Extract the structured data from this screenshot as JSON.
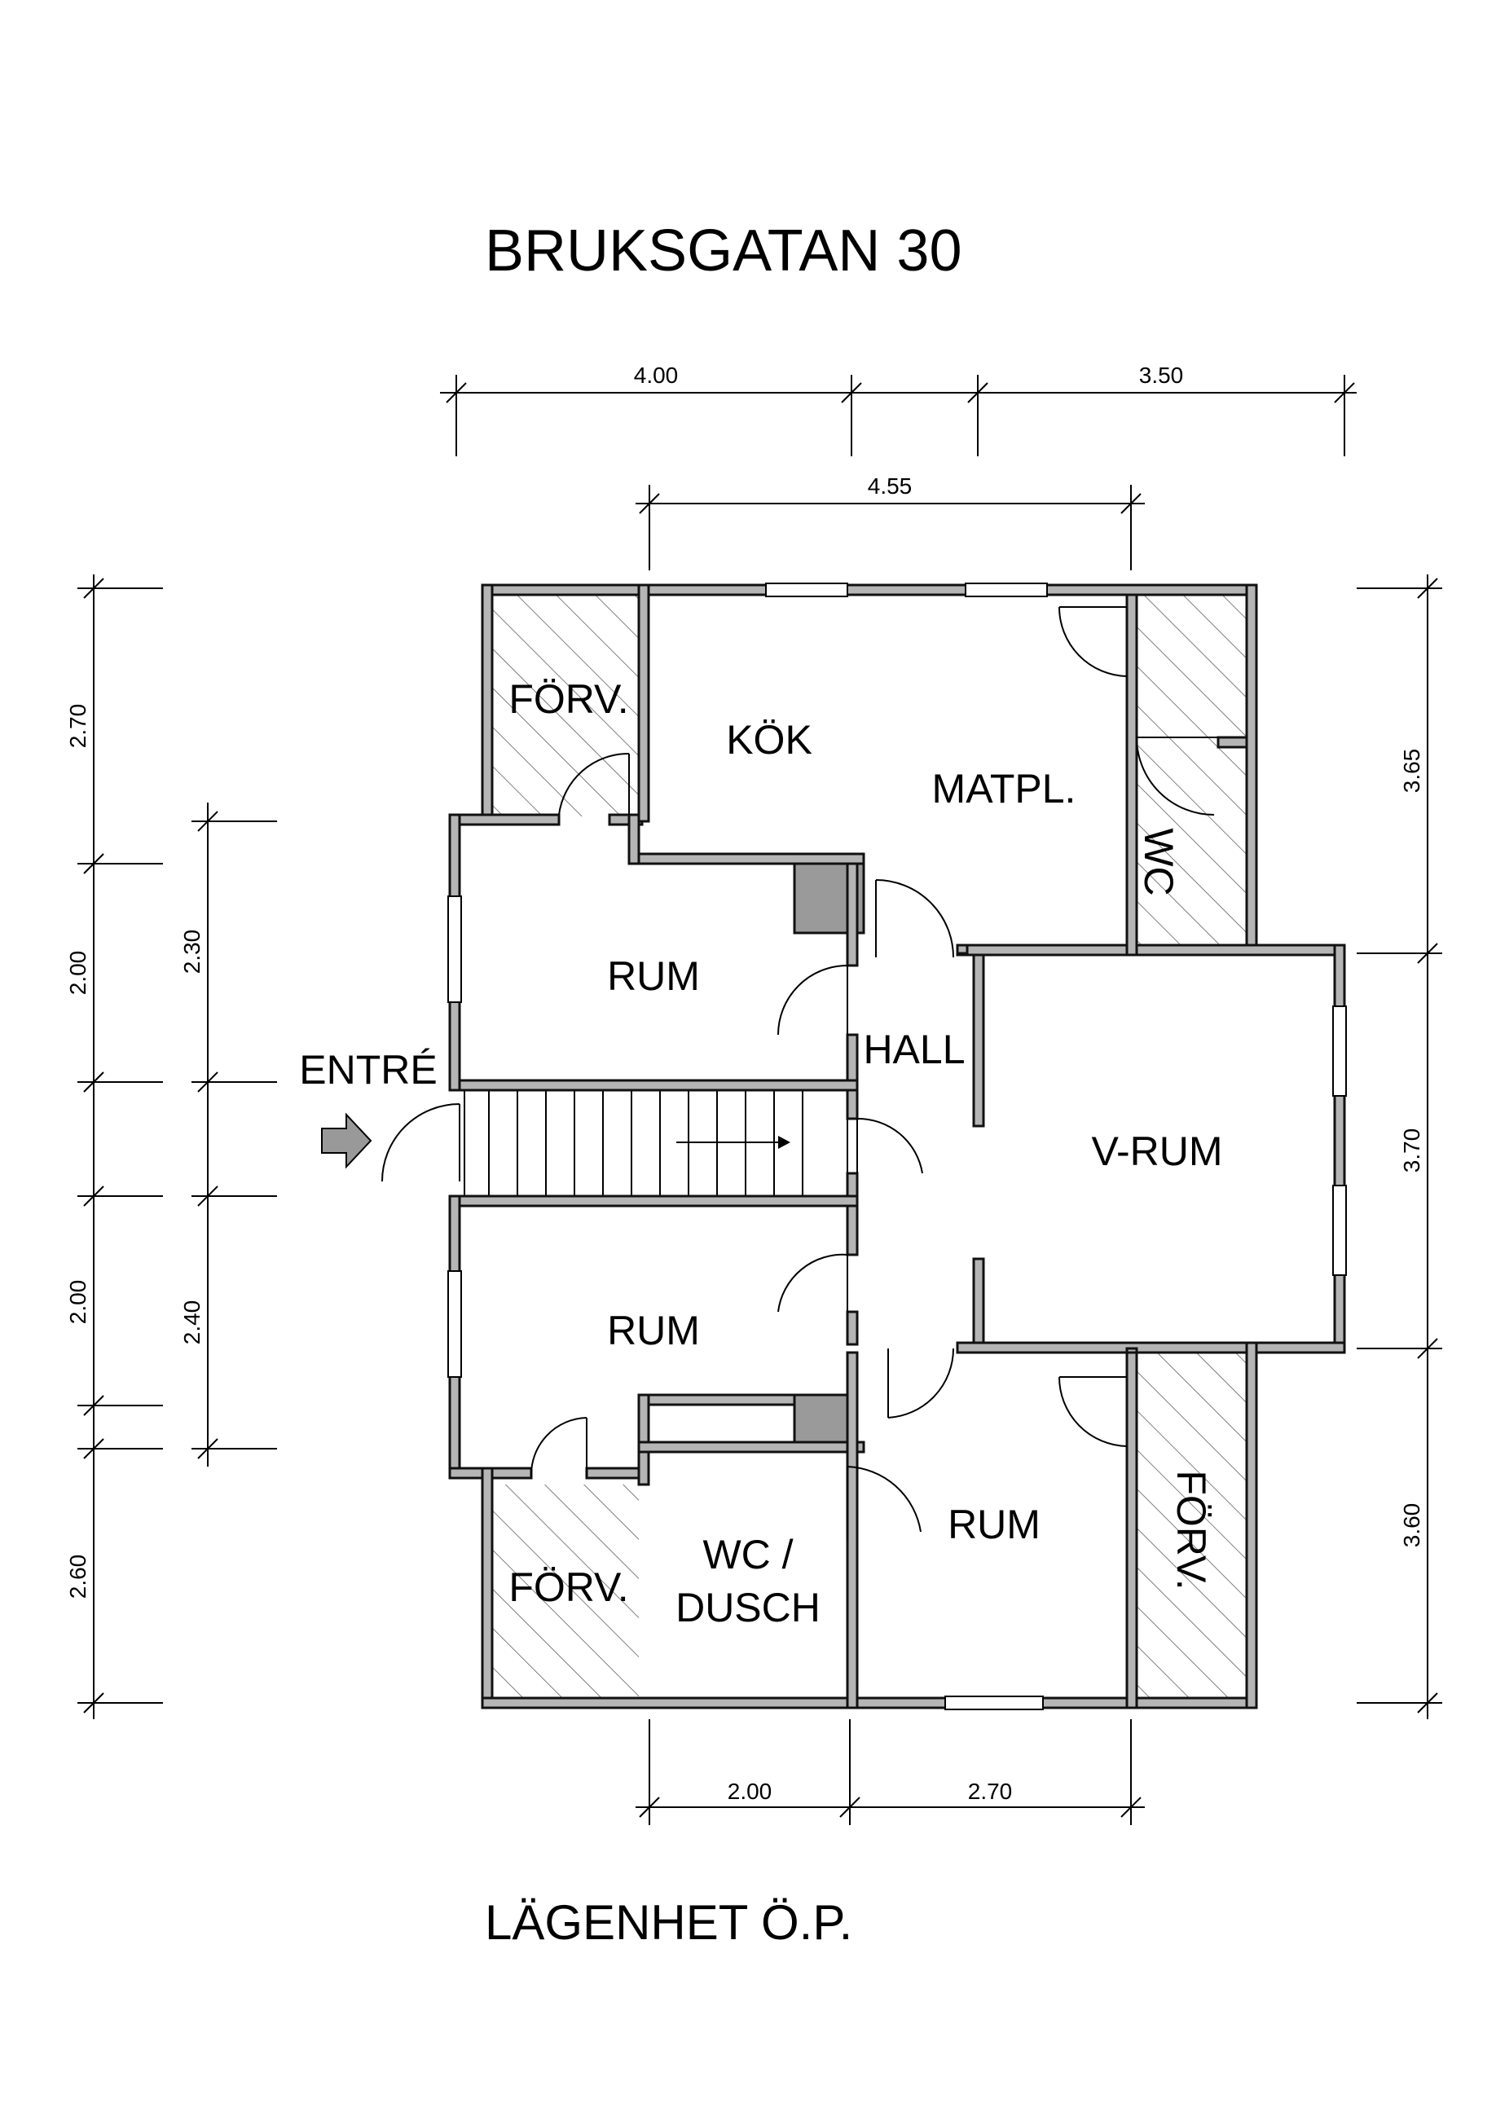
{
  "title": "BRUKSGATAN 30",
  "subtitle": "LÄGENHET Ö.P.",
  "rooms": {
    "forv_top_left": "FÖRV.",
    "kok": "KÖK",
    "matpl": "MATPL.",
    "wc_top": "WC",
    "rum_upper": "RUM",
    "hall": "HALL",
    "entre": "ENTRÉ",
    "v_rum": "V-RUM",
    "rum_lower": "RUM",
    "rum_bottom": "RUM",
    "wc_dusch_1": "WC /",
    "wc_dusch_2": "DUSCH",
    "forv_bottom_left": "FÖRV.",
    "forv_right": "FÖRV."
  },
  "dimensions": {
    "top_1": "4.00",
    "top_2": "3.50",
    "top_inner": "4.55",
    "bottom_1": "2.00",
    "bottom_2": "2.70",
    "left_outer": [
      "2.70",
      "2.00",
      "2.00",
      "2.60"
    ],
    "left_inner": [
      "2.30",
      "2.40"
    ],
    "right": [
      "3.65",
      "3.70",
      "3.60"
    ]
  }
}
